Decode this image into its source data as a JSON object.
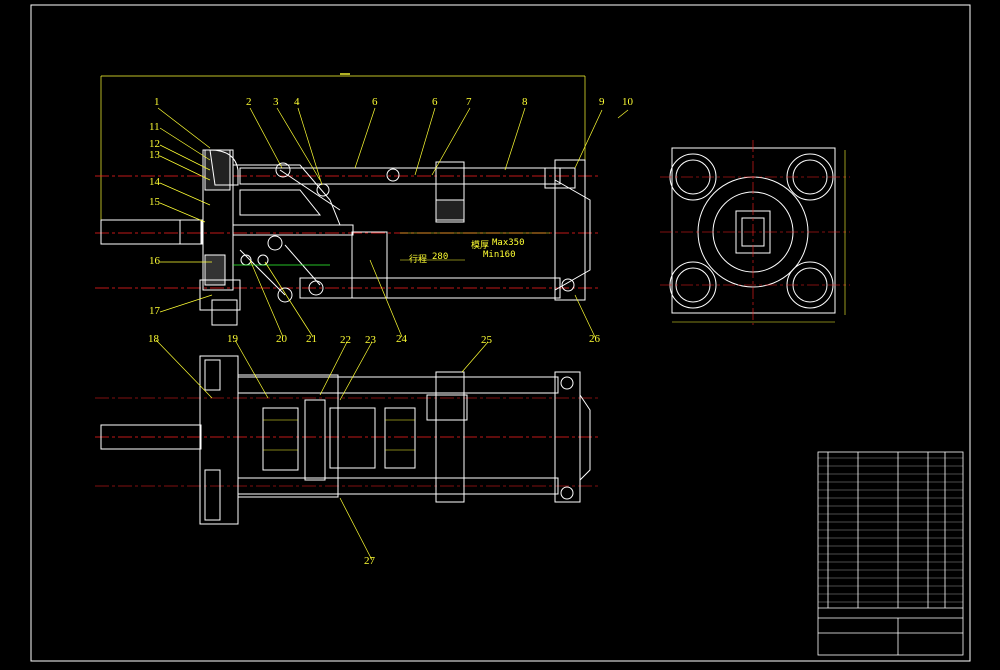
{
  "drawing": {
    "dimension_stroke": "280",
    "dimension_stroke_prefix": "行程",
    "dimension_mold": "Max350",
    "dimension_mold_prefix": "模厚",
    "dimension_min": "Min160"
  },
  "colors": {
    "outline": "#ffffff",
    "yellow": "#ffff33",
    "centerline": "#ff2020",
    "green": "#33ff33",
    "magenta": "#ff33ff"
  },
  "balloons": [
    {
      "id": "b1",
      "text": "1"
    },
    {
      "id": "b2",
      "text": "2"
    },
    {
      "id": "b3",
      "text": "3"
    },
    {
      "id": "b4",
      "text": "4"
    },
    {
      "id": "b5",
      "text": "6"
    },
    {
      "id": "b6",
      "text": "6"
    },
    {
      "id": "b7",
      "text": "7"
    },
    {
      "id": "b8",
      "text": "8"
    },
    {
      "id": "b9",
      "text": "9"
    },
    {
      "id": "b10",
      "text": "10"
    },
    {
      "id": "b11",
      "text": "11"
    },
    {
      "id": "b12",
      "text": "12"
    },
    {
      "id": "b13",
      "text": "13"
    },
    {
      "id": "b14",
      "text": "14"
    },
    {
      "id": "b15",
      "text": "15"
    },
    {
      "id": "b16",
      "text": "16"
    },
    {
      "id": "b17",
      "text": "17"
    },
    {
      "id": "b18",
      "text": "18"
    },
    {
      "id": "b19",
      "text": "19"
    },
    {
      "id": "b20",
      "text": "20"
    },
    {
      "id": "b21",
      "text": "21"
    },
    {
      "id": "b22",
      "text": "22"
    },
    {
      "id": "b23",
      "text": "23"
    },
    {
      "id": "b24",
      "text": "24"
    },
    {
      "id": "b25",
      "text": "25"
    },
    {
      "id": "b26",
      "text": "26"
    },
    {
      "id": "b27",
      "text": "27"
    }
  ]
}
